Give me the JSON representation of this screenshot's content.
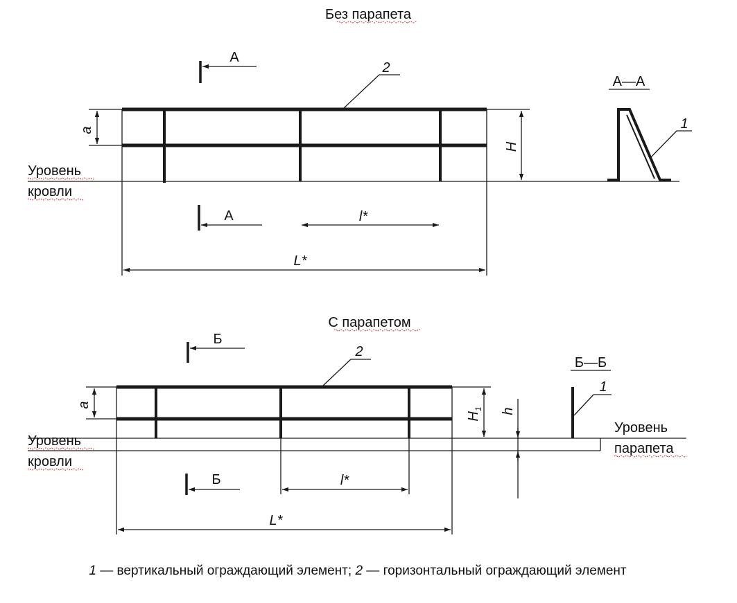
{
  "top": {
    "title": "Без парапета",
    "section_label": "А",
    "section_view_title": "А—А",
    "roof_level": [
      "Уровень",
      "кровли"
    ],
    "dim_a": "a",
    "dim_H": "H",
    "dim_l": "l*",
    "dim_L": "L*",
    "callout_rail": "2",
    "callout_post": "1"
  },
  "bottom": {
    "title": "С парапетом",
    "section_label": "Б",
    "section_view_title": "Б—Б",
    "roof_level": [
      "Уровень",
      "кровли"
    ],
    "parapet_level": [
      "Уровень",
      "парапета"
    ],
    "dim_a": "a",
    "dim_H1": "H",
    "dim_H1_sub": "1",
    "dim_h": "h",
    "dim_l": "l*",
    "dim_L": "L*",
    "callout_rail": "2",
    "callout_post": "1"
  },
  "caption": {
    "n1": "1",
    "t1": " — вертикальный ограждающий элемент; ",
    "n2": "2",
    "t2": " — горизонтальный ограждающий элемент"
  }
}
